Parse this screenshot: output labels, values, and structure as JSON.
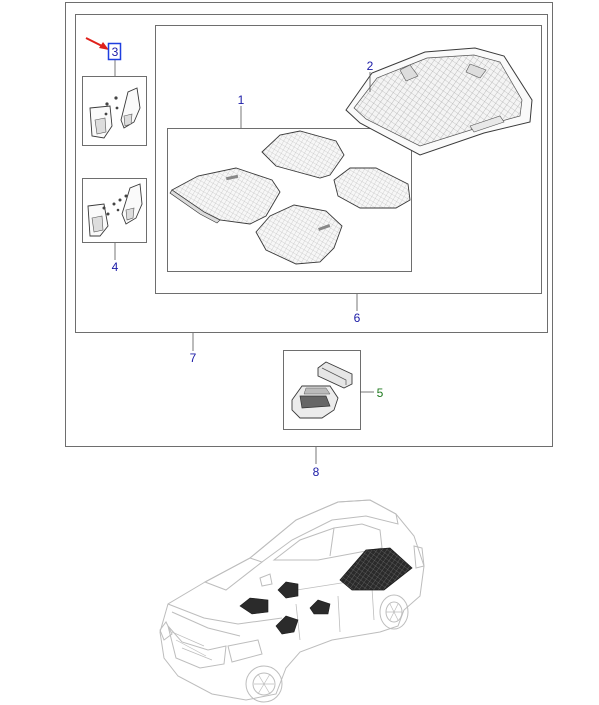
{
  "callouts": {
    "c1": "1",
    "c2": "2",
    "c3": "3",
    "c4": "4",
    "c5": "5",
    "c6": "6",
    "c7": "7",
    "c8": "8"
  },
  "colors": {
    "callout_blue": "#1a1aa6",
    "callout_green": "#1f7a1f",
    "highlight_box": "#1f3fe0",
    "arrow_red": "#e0201a",
    "frame_gray": "#6e6e6e",
    "part_line": "#3a3a3a",
    "mat_fill": "#f2f2f2",
    "car_mat_fill": "#2b2b2b"
  }
}
